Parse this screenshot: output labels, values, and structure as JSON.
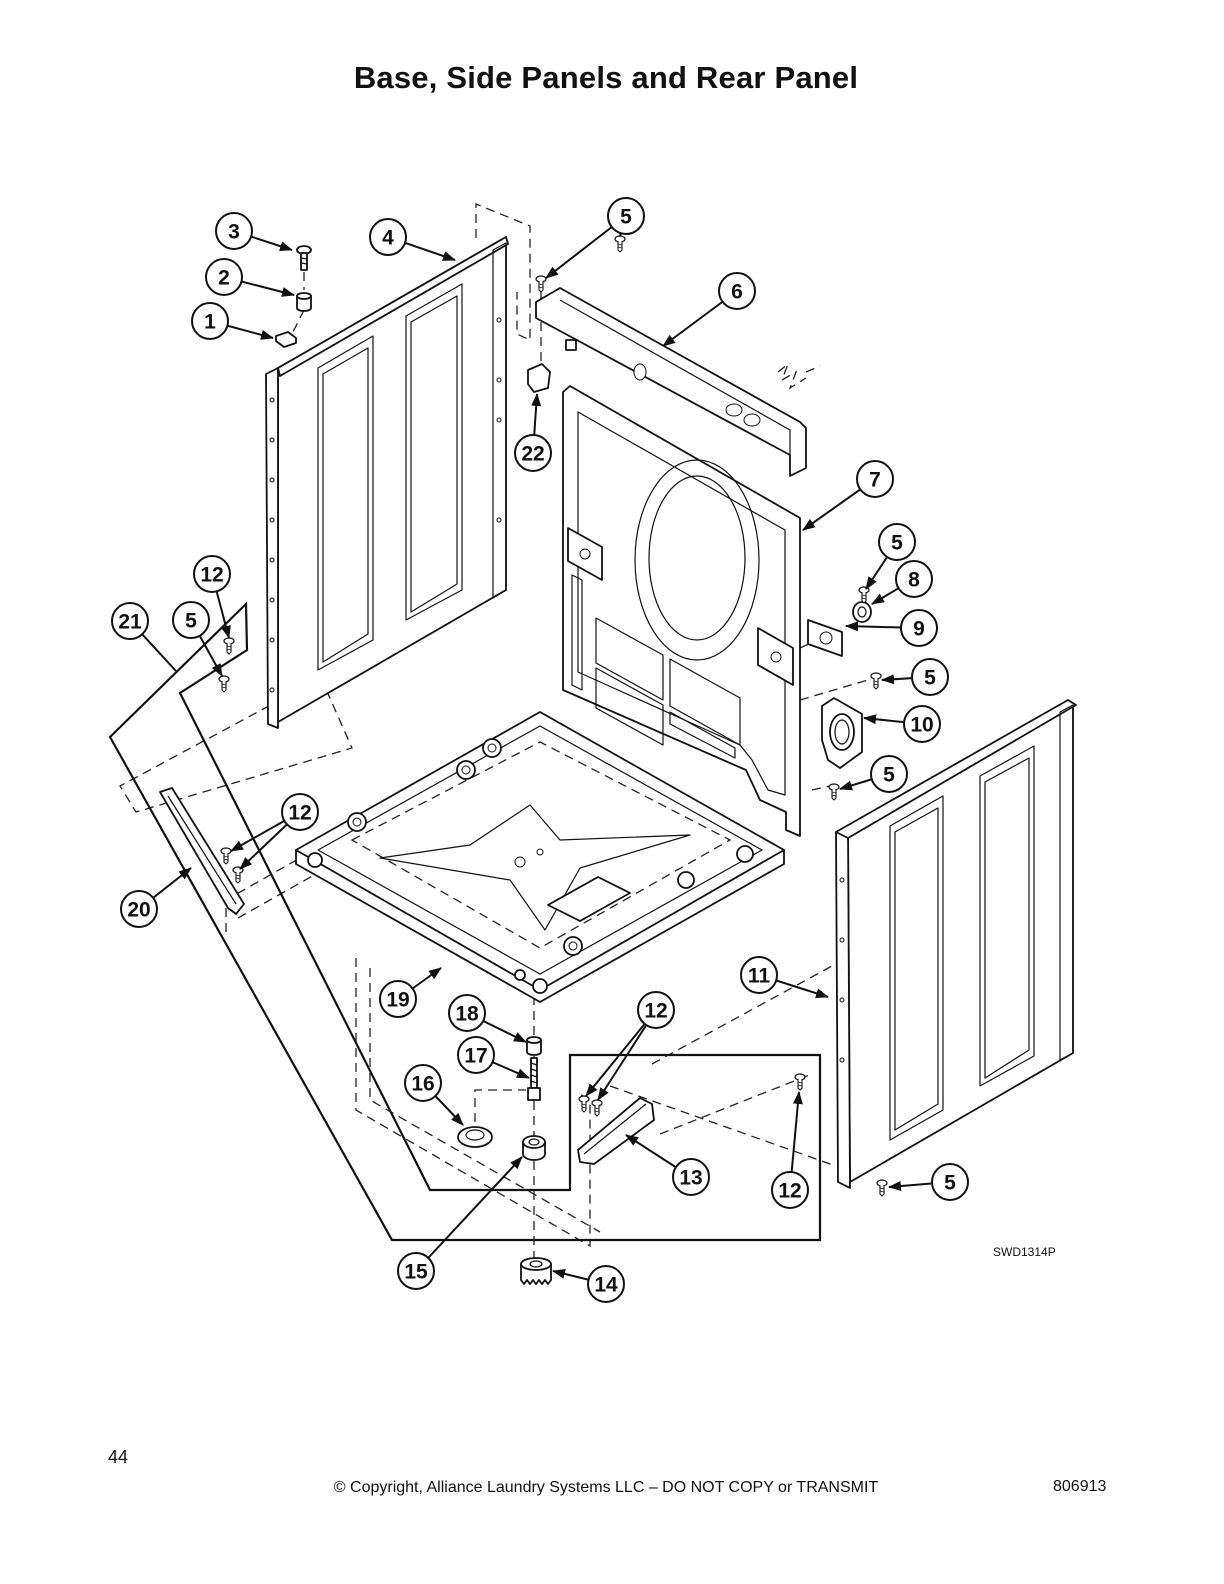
{
  "page": {
    "title": "Base, Side Panels and Rear Panel",
    "page_number": "44",
    "copyright": "© Copyright, Alliance Laundry Systems LLC – DO NOT COPY or TRANSMIT",
    "document_number": "806913"
  },
  "diagram": {
    "figure_code": "SWD1314P",
    "callouts": [
      "3",
      "4",
      "5",
      "2",
      "6",
      "1",
      "22",
      "7",
      "5",
      "8",
      "12",
      "21",
      "5",
      "9",
      "5",
      "10",
      "5",
      "12",
      "20",
      "11",
      "19",
      "18",
      "12",
      "17",
      "16",
      "13",
      "12",
      "5",
      "15",
      "14"
    ]
  }
}
